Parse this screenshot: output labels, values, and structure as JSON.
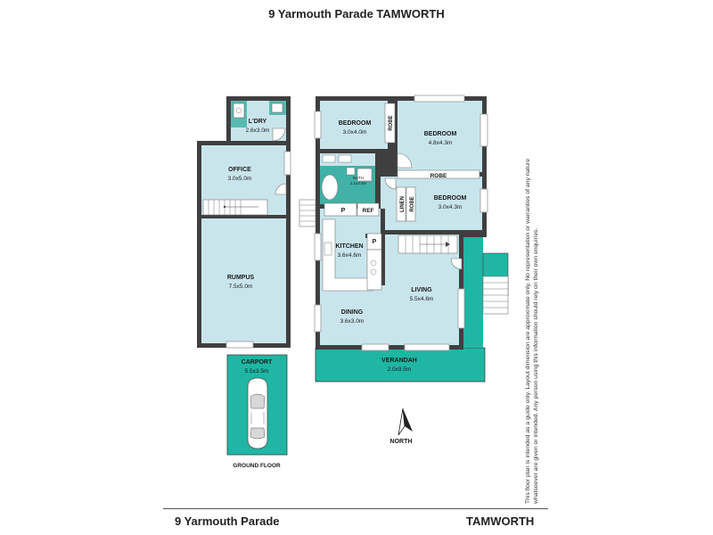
{
  "header": {
    "title": "9 Yarmouth Parade TAMWORTH"
  },
  "rooms": {
    "laundry": {
      "name": "L'DRY",
      "size": "2.6x3.0m"
    },
    "office": {
      "name": "OFFICE",
      "size": "3.0x5.0m"
    },
    "rumpus": {
      "name": "RUMPUS",
      "size": "7.5x5.0m"
    },
    "carport": {
      "name": "CARPORT",
      "size": "5.5x3.5m"
    },
    "bedroom1": {
      "name": "BEDROOM",
      "size": "3.0x4.0m"
    },
    "bedroom2": {
      "name": "BEDROOM",
      "size": "4.8x4.3m"
    },
    "bedroom3": {
      "name": "BEDROOM",
      "size": "3.0x4.3m"
    },
    "bath": {
      "name": "BATH",
      "size": "2.1x3.0m"
    },
    "kitchen": {
      "name": "KITCHEN",
      "size": "3.6x4.6m"
    },
    "living": {
      "name": "LIVING",
      "size": "5.5x4.6m"
    },
    "dining": {
      "name": "DINING",
      "size": "3.6x3.0m"
    },
    "verandah": {
      "name": "VERANDAH",
      "size": "2.0x9.5m"
    }
  },
  "labels": {
    "robe_a": "ROBE",
    "robe_b": "ROBE",
    "robe_c": "ROBE",
    "linen": "LINEN",
    "pantry_1": "P",
    "pantry_2": "P",
    "ref": "REF",
    "ground_floor": "GROUND FLOOR",
    "north": "NORTH"
  },
  "disclaimer": "This floor plan is intended as a guide only. Layout dimension are approximate only. No representation or warranties of any nature whatsoever are given or intended. Any person using this information should rely on their own enquiries.",
  "footer": {
    "address": "9 Yarmouth Parade",
    "suburb": "TAMWORTH"
  },
  "colors": {
    "floor": "#c9e5ec",
    "outdoor": "#1fb6a4",
    "wall": "#3f3f3f"
  }
}
